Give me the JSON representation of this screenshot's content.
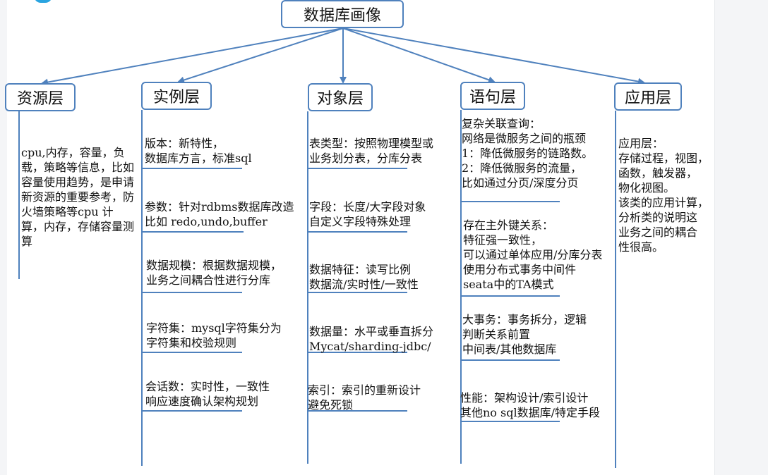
{
  "diagram": {
    "root": {
      "label": "数据库画像"
    },
    "layers": [
      {
        "id": "resource",
        "label": "资源层",
        "items": [
          "cpu,内存，容量，负载，策略等信息，比如容量使用趋势，是申请新资源的重要参考，防火墙策略等cpu 计算，内存，存储容量测算"
        ]
      },
      {
        "id": "instance",
        "label": "实例层",
        "items": [
          "版本：新特性，\n数据库方言，标准sql",
          "参数：针对rdbms数据库改造\n比如 redo,undo,buffer",
          "数据规模：根据数据规模，\n业务之间耦合性进行分库",
          "字符集：mysql字符集分为\n字符集和校验规则",
          "会话数：实时性，一致性\n响应速度确认架构规划"
        ]
      },
      {
        "id": "object",
        "label": "对象层",
        "items": [
          "表类型：按照物理模型或\n业务划分表，分库分表",
          "字段：长度/大字段对象\n自定义字段特殊处理",
          "数据特征：读写比例\n数据流/实时性/一致性",
          "数据量：水平或垂直拆分\nMycat/sharding-jdbc/",
          "索引：索引的重新设计\n避免死锁"
        ]
      },
      {
        "id": "statement",
        "label": "语句层",
        "items": [
          "复杂关联查询：\n网络是微服务之间的瓶颈\n1：降低微服务的链路数。\n2：降低微服务的流量，\n比如通过分页/深度分页",
          "存在主外键关系：\n特征强一致性，\n可以通过单体应用/分库分表\n使用分布式事务中间件\nseata中的TA模式",
          "大事务：事务拆分，逻辑\n判断关系前置\n中间表/其他数据库",
          "性能：架构设计/索引设计\n其他no sql数据库/特定手段"
        ]
      },
      {
        "id": "application",
        "label": "应用层",
        "items": [
          "应用层：\n存储过程，视图，\n函数，触发器，\n物化视图。\n该类的应用计算，\n分析类的说明这\n业务之间的耦合\n性很高。"
        ]
      }
    ]
  },
  "colors": {
    "connector": "#4f81bd",
    "box_border": "#4f81bd",
    "text": "#111111",
    "background": "#ffffff"
  }
}
